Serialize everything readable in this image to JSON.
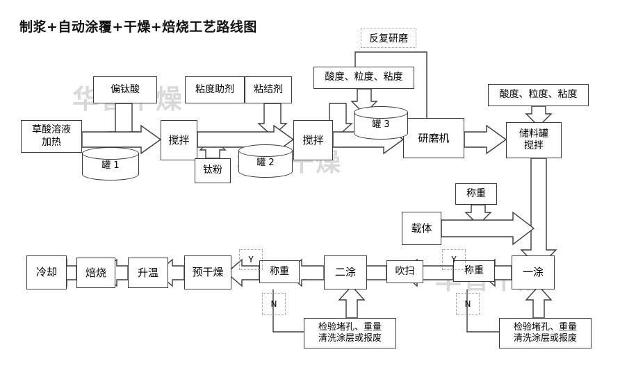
{
  "title": "制浆+自动涂覆+干燥+焙烧工艺路线图",
  "watermark": {
    "text": "华普干燥"
  },
  "colors": {
    "line": "#3a3a3a",
    "box_fill": "#ffffff",
    "dashed": "#9a9a9a",
    "watermark": "#d9d9d9",
    "text": "#000000"
  },
  "nodes": {
    "oxalic": "草酸溶液\n加热",
    "oxalic_l1": "草酸溶液",
    "oxalic_l2": "加热",
    "tank1": "罐 1",
    "metatitanic": "偏钛酸",
    "stir1": "搅拌",
    "ti_powder": "钛粉",
    "visc_aid": "粘度助剂",
    "binder": "粘结剂",
    "tank2": "罐 2",
    "stir2": "搅拌",
    "tank3": "罐 3",
    "regrind": "反复研磨",
    "quality1": "酸度、粒度、粘度",
    "grinder": "研磨机",
    "quality2": "酸度、粒度、粘度",
    "storage_l1": "储料罐",
    "storage_l2": "搅拌",
    "weigh_carrier": "称重",
    "carrier": "载体",
    "coat1": "一涂",
    "weigh1": "称重",
    "blow": "吹扫",
    "coat2": "二涂",
    "weigh2": "称重",
    "predry": "预干燥",
    "heatup": "升温",
    "calcine": "焙烧",
    "cool": "冷却",
    "inspect_l1": "检验堵孔、重量",
    "inspect_l2": "清洗涂层或报废"
  },
  "decisions": {
    "yes": "Y",
    "no": "N"
  }
}
